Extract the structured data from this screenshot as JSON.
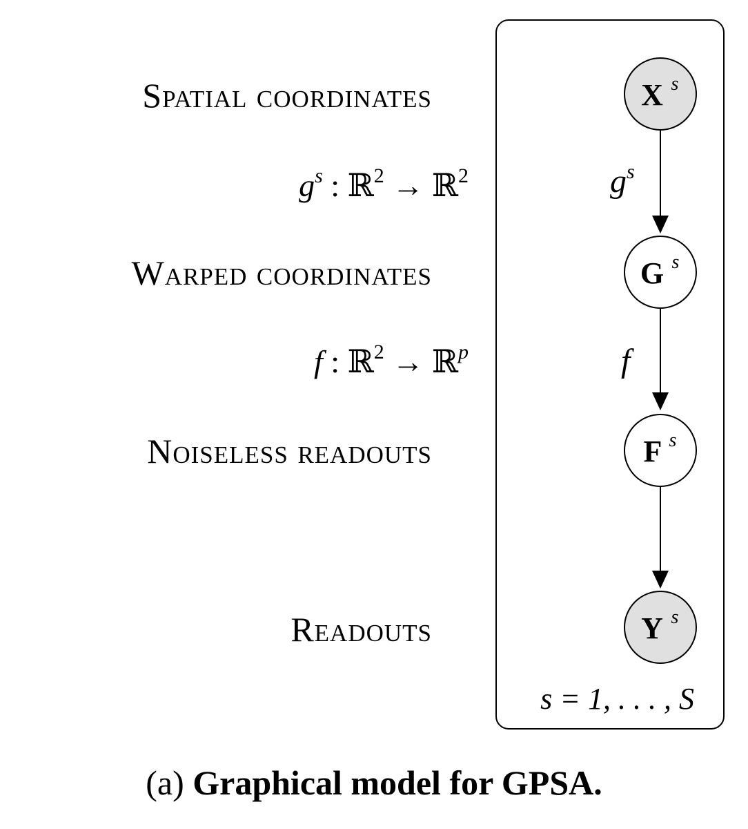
{
  "rows": [
    {
      "label": "Spatial coordinates"
    },
    {
      "label": "Warped coordinates"
    },
    {
      "label": "Noiseless readouts"
    },
    {
      "label": "Readouts"
    }
  ],
  "mappings": [
    {
      "fn": "g",
      "sup": "s",
      "colon": ":",
      "domain": "ℝ",
      "domain_exp": "2",
      "arrow": "→",
      "codomain": "ℝ",
      "codomain_exp": "2"
    },
    {
      "fn": "f",
      "sup": "",
      "colon": ":",
      "domain": "ℝ",
      "domain_exp": "2",
      "arrow": "→",
      "codomain": "ℝ",
      "codomain_exp": "p"
    }
  ],
  "nodes": [
    {
      "symbol": "X",
      "sup": "s",
      "observed": true
    },
    {
      "symbol": "G",
      "sup": "s",
      "observed": false
    },
    {
      "symbol": "F",
      "sup": "s",
      "observed": false
    },
    {
      "symbol": "Y",
      "sup": "s",
      "observed": true
    }
  ],
  "edges": [
    {
      "label": "g",
      "label_sup": "s"
    },
    {
      "label": "f",
      "label_sup": ""
    },
    {
      "label": "",
      "label_sup": ""
    }
  ],
  "plate": {
    "label": "s = 1, . . . , S"
  },
  "caption": {
    "prefix": "(a)",
    "text": "Graphical model for GPSA."
  },
  "colors": {
    "observed_fill": "#e0e0e0",
    "latent_fill": "#ffffff",
    "stroke": "#000000"
  }
}
